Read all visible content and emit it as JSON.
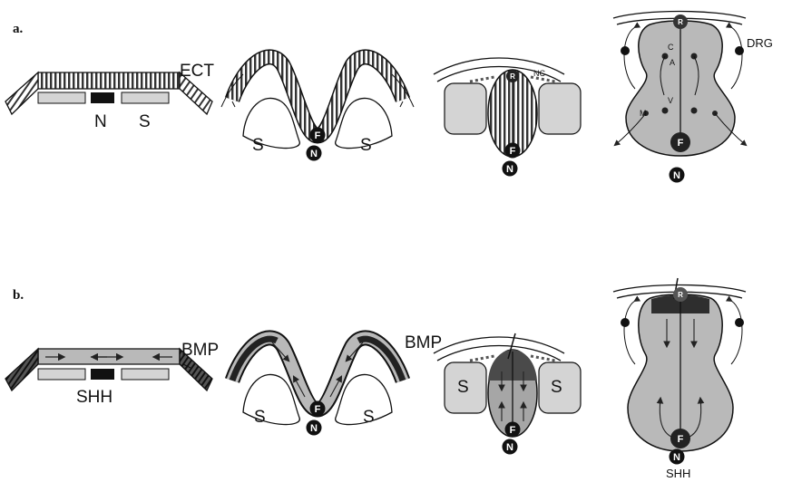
{
  "panels": {
    "a": {
      "letter": "a.",
      "stage1": {
        "ectoderm": "ECT",
        "notochord": "N",
        "somite": "S"
      },
      "stage2": {
        "somite_left": "S",
        "somite_right": "S",
        "floor_plate": "F",
        "notochord": "N"
      },
      "stage3": {
        "roof_plate": "R",
        "neural_crest": "NC",
        "floor_plate": "F",
        "notochord": "N"
      },
      "stage4": {
        "roof_plate": "R",
        "region_c": "C",
        "region_a": "A",
        "region_v": "V",
        "region_m": "M",
        "floor_plate": "F",
        "notochord": "N",
        "drg": "DRG"
      }
    },
    "b": {
      "letter": "b.",
      "stage1": {
        "bmp": "BMP",
        "shh": "SHH"
      },
      "stage2": {
        "bmp": "BMP",
        "somite_left": "S",
        "somite_right": "S",
        "floor_plate": "F",
        "notochord": "N"
      },
      "stage3": {
        "somite_left": "S",
        "somite_right": "S",
        "floor_plate": "F",
        "notochord": "N"
      },
      "stage4": {
        "roof_plate": "R",
        "floor_plate": "F",
        "notochord": "N",
        "shh": "SHH"
      }
    }
  },
  "colors": {
    "fill_gray": "#b9b9b9",
    "fill_light": "#d4d4d4",
    "fill_dark": "#4a4a4a",
    "ink": "#111111"
  }
}
